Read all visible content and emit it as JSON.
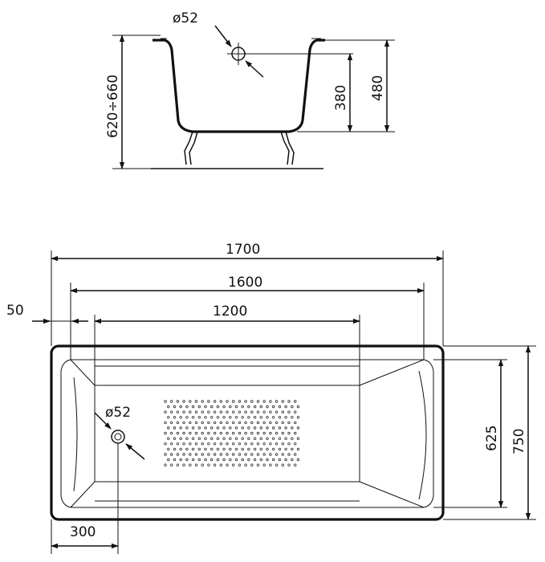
{
  "side_view": {
    "drain_diameter": "ø52",
    "total_height": "620÷660",
    "overflow_height": "380",
    "rim_height": "480"
  },
  "top_view": {
    "length_outer": "1700",
    "length_inner": "1600",
    "bottom_length": "1200",
    "wall_offset": "50",
    "drain_diameter": "ø52",
    "width_inner": "625",
    "width_outer": "750",
    "drain_offset": "300"
  }
}
